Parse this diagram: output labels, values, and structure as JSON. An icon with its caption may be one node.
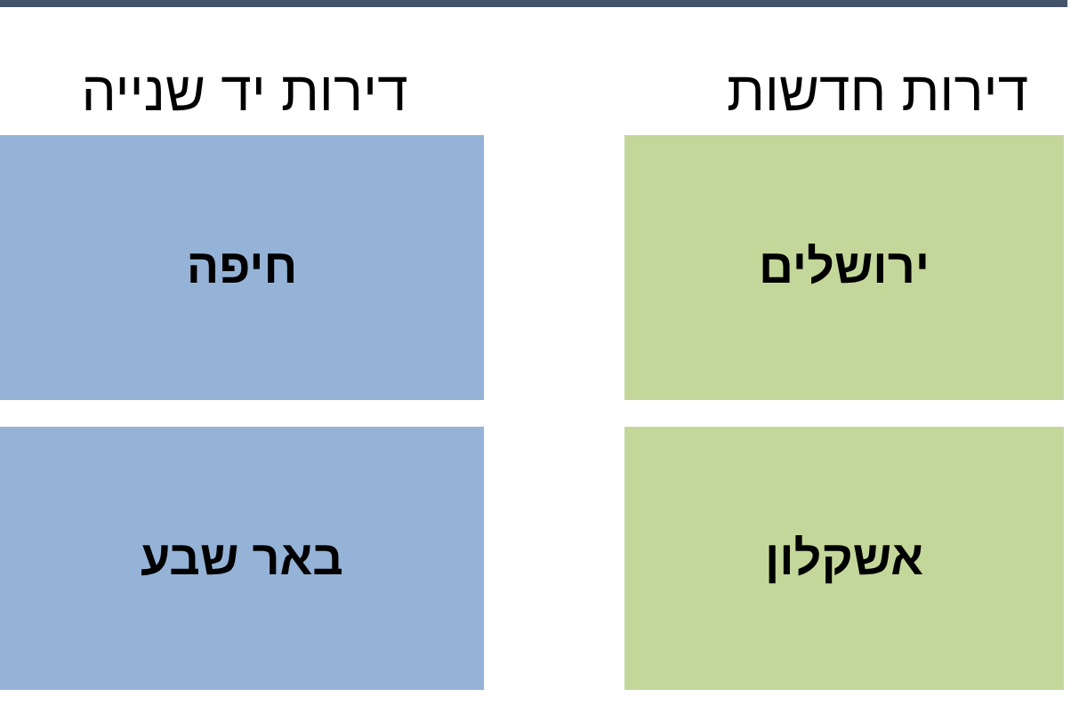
{
  "diagram": {
    "nodes": [
      {
        "text": [
          "ירושלים"
        ]
      },
      {
        "text": [
          "חיפה"
        ]
      },
      {
        "text": [
          "אשקלון"
        ]
      },
      {
        "text": [
          "באר שבע"
        ]
      }
    ],
    "labels": [
      "דירות חדשות",
      "דירות יד שנייה"
    ]
  }
}
